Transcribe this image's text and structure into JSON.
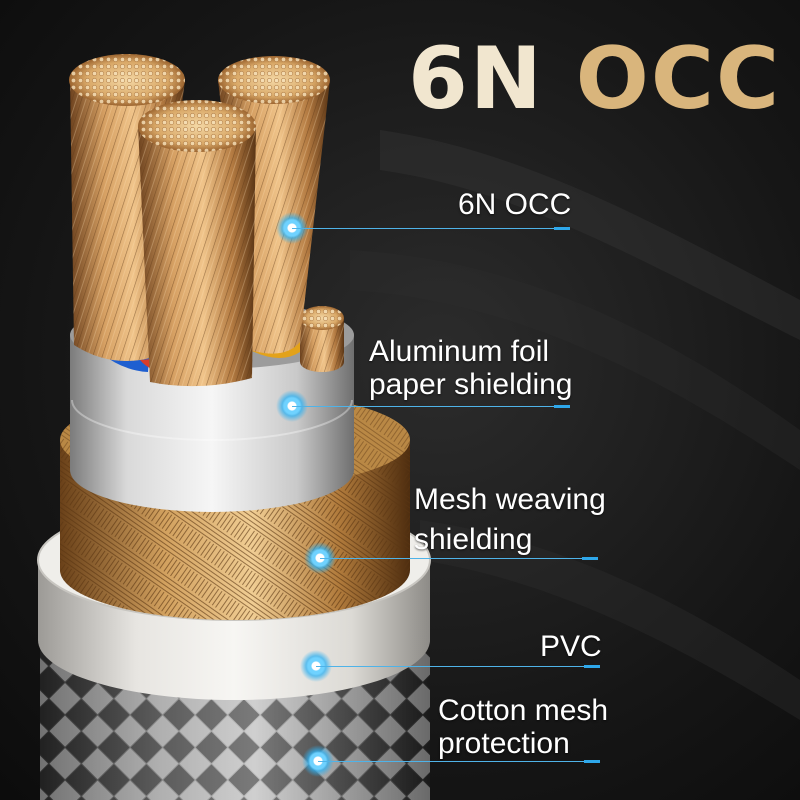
{
  "headline": {
    "part1": "6N",
    "part2": "OCC"
  },
  "layers": [
    {
      "id": "conductor",
      "lines": [
        "6N OCC"
      ]
    },
    {
      "id": "foil",
      "lines": [
        "Aluminum foil",
        "paper shielding"
      ]
    },
    {
      "id": "mesh",
      "lines": [
        "Mesh weaving",
        "shielding"
      ]
    },
    {
      "id": "pvc",
      "lines": [
        "PVC"
      ]
    },
    {
      "id": "cotton",
      "lines": [
        "Cotton mesh",
        "protection"
      ]
    }
  ],
  "colors": {
    "headline_light": "#f1e6cf",
    "headline_gold": "#d9b57c",
    "leader": "#4fb3e8",
    "copper": "#c58a4f",
    "foil": "#d6d6d6",
    "pvc": "#ecebe7",
    "insulation_blue": "#1e5fd0",
    "insulation_yellow": "#e3a21a"
  }
}
